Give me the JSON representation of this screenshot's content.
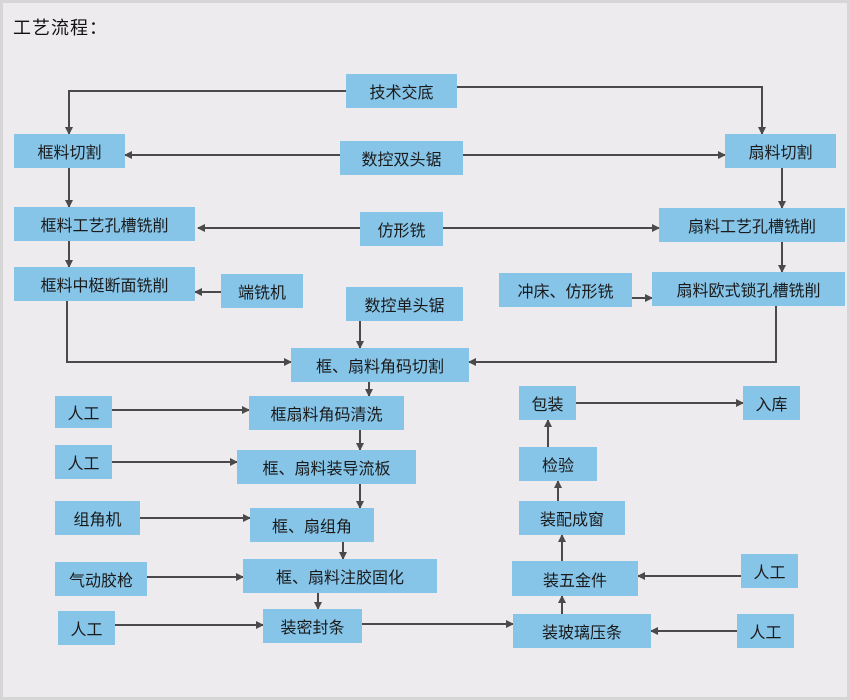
{
  "title": "工艺流程：",
  "steps": {
    "tech_brief": "技术交底",
    "frame_cut": "框料切割",
    "cnc_double_saw": "数控双头锯",
    "sash_cut": "扇料切割",
    "frame_hole_mill": "框料工艺孔槽铣削",
    "copy_mill": "仿形铣",
    "sash_hole_mill": "扇料工艺孔槽铣削",
    "frame_mullion_mill": "框料中梃断面铣削",
    "end_mill": "端铣机",
    "cnc_single_saw": "数控单头锯",
    "punch_copy_mill": "冲床、仿形铣",
    "sash_lock_mill": "扇料欧式锁孔槽铣削",
    "corner_cut": "框、扇料角码切割",
    "manual_1": "人工",
    "corner_clean": "框扇料角码清洗",
    "packing": "包装",
    "storage": "入库",
    "manual_2": "人工",
    "drain_plate": "框、扇料装导流板",
    "inspection": "检验",
    "corner_machine": "组角机",
    "corner_assembly": "框、扇组角",
    "window_assembly": "装配成窗",
    "glue_gun": "气动胶枪",
    "glue_cure": "框、扇料注胶固化",
    "hardware": "装五金件",
    "manual_3": "人工",
    "manual_4": "人工",
    "seal_strip": "装密封条",
    "glass_bead": "装玻璃压条",
    "manual_5": "人工"
  }
}
